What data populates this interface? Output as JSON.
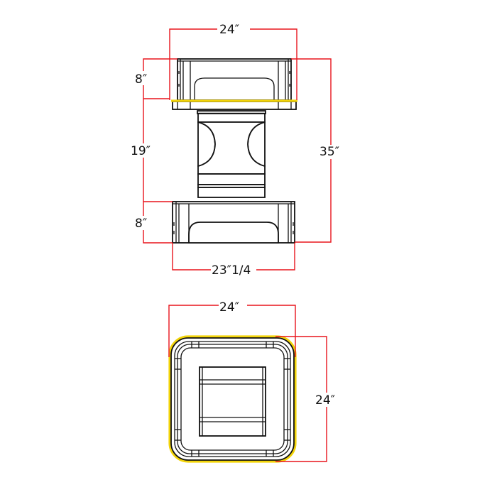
{
  "drawing": {
    "type": "pedestal table technical drawing",
    "colors": {
      "dimension_lines": "#e8141c",
      "object_lines": "#111111",
      "highlight": "#f2d40a",
      "background": "#ffffff"
    },
    "elevation_view": {
      "top_width_label": "24″",
      "top_height_label": "8″",
      "column_height_label": "19″",
      "base_height_label": "8″",
      "total_height_label": "35″",
      "base_width_label": "23″1/4"
    },
    "plan_view": {
      "width_label": "24″",
      "depth_label": "24″"
    }
  }
}
